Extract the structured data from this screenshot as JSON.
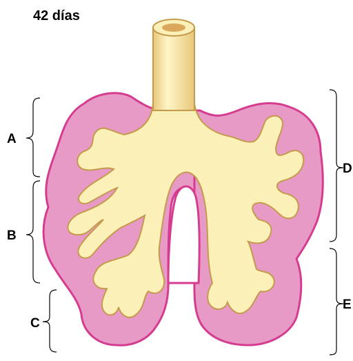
{
  "title": "42 días",
  "labels": {
    "a": "A",
    "b": "B",
    "c": "C",
    "d": "D",
    "e": "E"
  },
  "colors": {
    "mesenchyme_fill": "#e79ac6",
    "mesenchyme_edge": "#d53c8f",
    "epithelium_fill": "#fbf0b8",
    "epithelium_edge": "#c49a4c",
    "lumen": "#d9a85a"
  }
}
